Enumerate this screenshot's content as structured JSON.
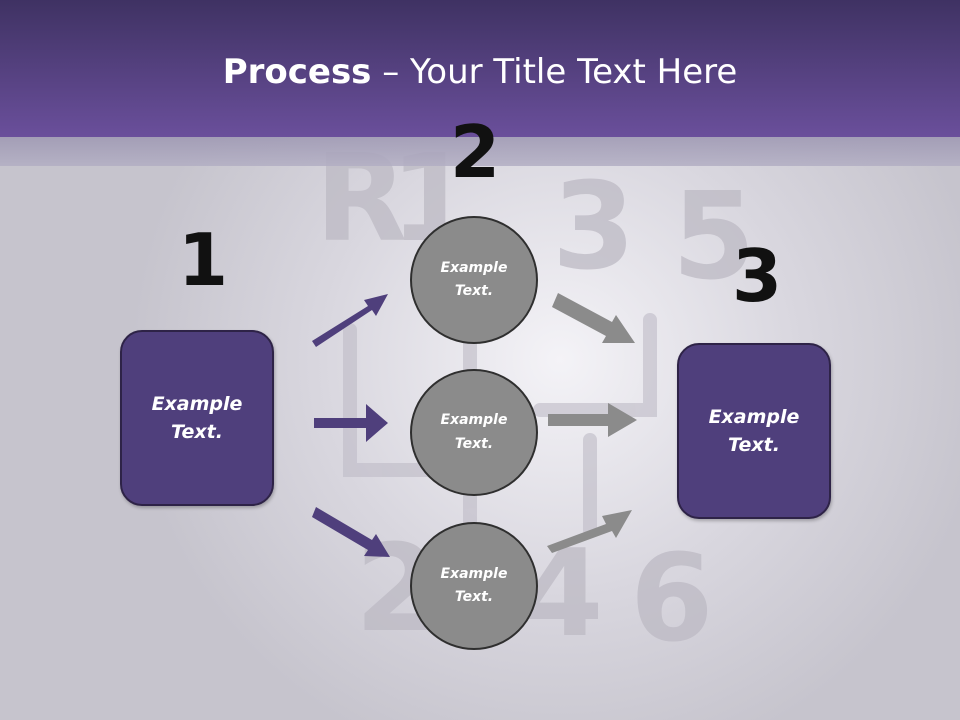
{
  "slide": {
    "title_bold": "Process",
    "title_rest": " – Your Title Text Here"
  },
  "steps": [
    {
      "number": "1",
      "text": "Example Text."
    },
    {
      "number": "2"
    },
    {
      "number": "3",
      "text": "Example Text."
    }
  ],
  "circles": [
    {
      "text": "Example Text."
    },
    {
      "text": "Example Text."
    },
    {
      "text": "Example Text."
    }
  ],
  "colors": {
    "header": "#5b4689",
    "box_fill": "#4f3f7c",
    "circle_fill": "#8b8b8b",
    "arrow_left": "#4f3f7c",
    "arrow_right": "#8b8b8b"
  }
}
